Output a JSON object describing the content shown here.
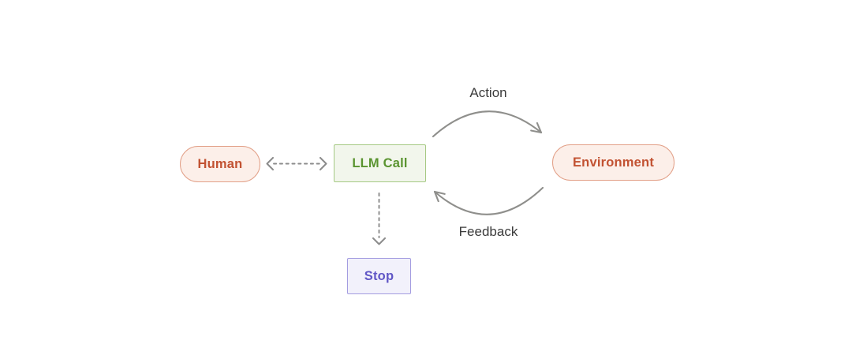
{
  "diagram": {
    "canvas_background": "#ffffff",
    "nodes": {
      "human": {
        "label": "Human",
        "shape": "pill",
        "bg": "#fcefe9",
        "border": "#e2a088",
        "text": "#c25232"
      },
      "llm_call": {
        "label": "LLM Call",
        "shape": "rect",
        "bg": "#f2f6ec",
        "border": "#a5c983",
        "text": "#5a9430"
      },
      "environment": {
        "label": "Environment",
        "shape": "pill",
        "bg": "#fcefe9",
        "border": "#e2a088",
        "text": "#c25232"
      },
      "stop": {
        "label": "Stop",
        "shape": "rect",
        "bg": "#f2f1fb",
        "border": "#a39ce0",
        "text": "#6157c6"
      }
    },
    "edges": {
      "action": {
        "label": "Action",
        "style": "solid-curved-arrow",
        "from": "llm_call",
        "to": "environment",
        "color": "#8f8f8c",
        "label_color": "#3b3b3b"
      },
      "feedback": {
        "label": "Feedback",
        "style": "solid-curved-arrow",
        "from": "environment",
        "to": "llm_call",
        "color": "#8f8f8c",
        "label_color": "#3b3b3b"
      },
      "human_llm": {
        "style": "dashed-double-arrow",
        "from": "human",
        "to": "llm_call",
        "color": "#8c8c8c"
      },
      "llm_stop": {
        "style": "dashed-arrow-down",
        "from": "llm_call",
        "to": "stop",
        "color": "#8c8c8c"
      }
    }
  }
}
